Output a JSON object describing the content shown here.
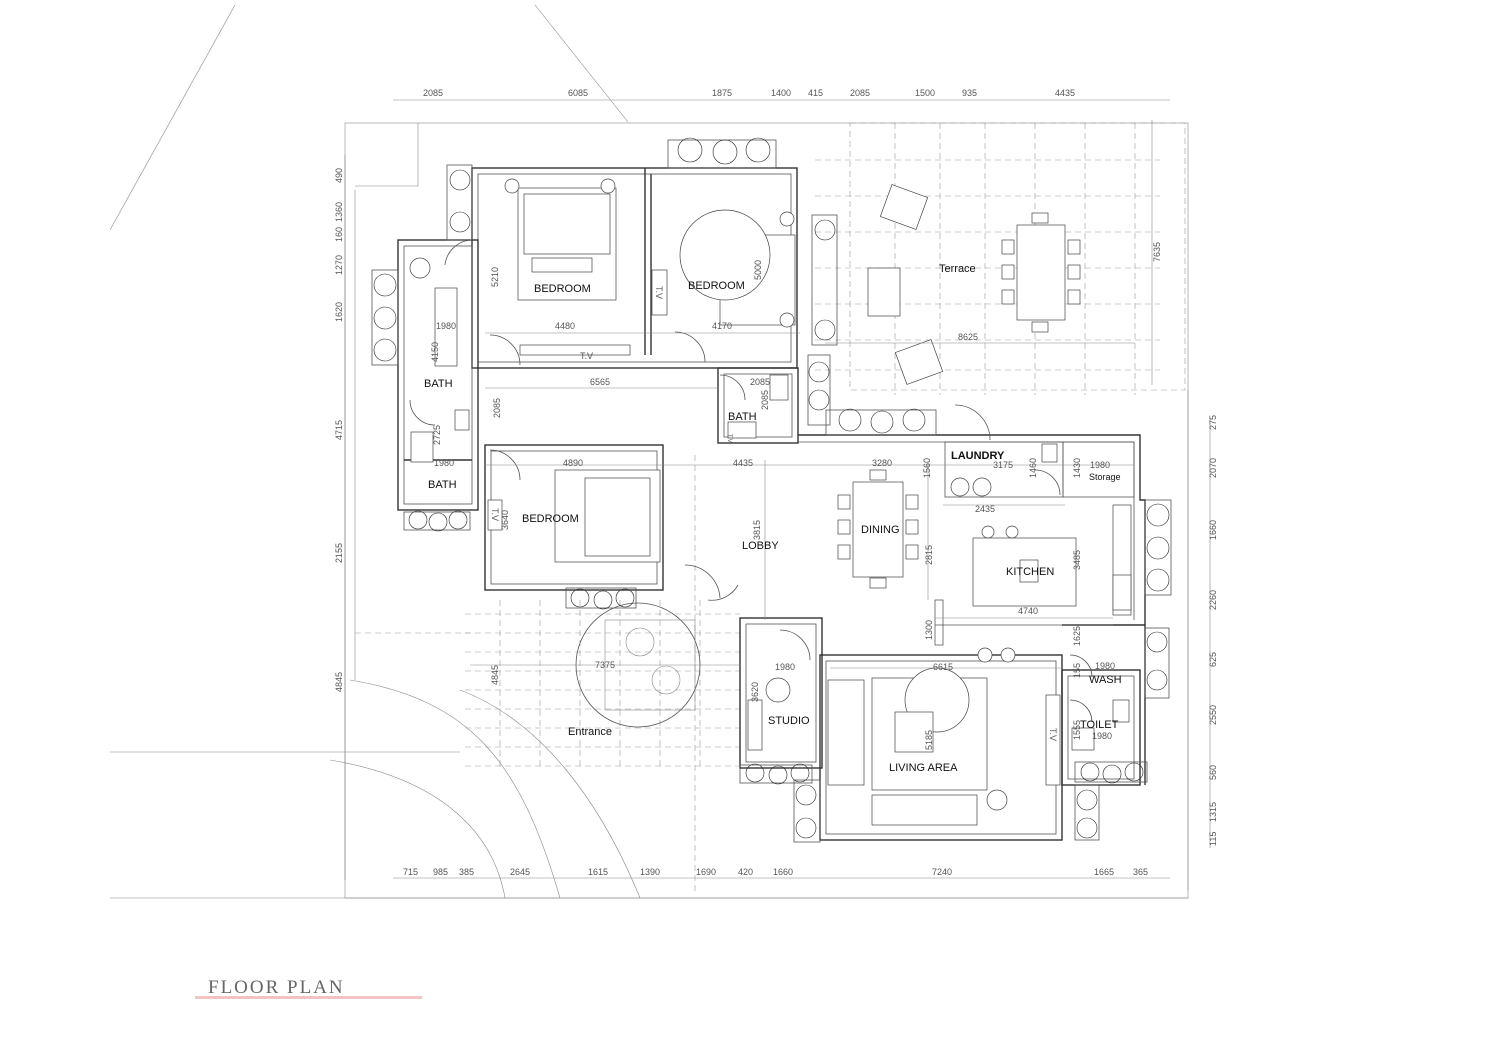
{
  "title": "FLOOR PLAN",
  "accent_color": "#f2c4c4",
  "rooms": {
    "bedroom_1": "BEDROOM",
    "bedroom_2": "BEDROOM",
    "bedroom_3": "BEDROOM",
    "bath_1": "BATH",
    "bath_2": "BATH",
    "bath_3": "BATH",
    "laundry": "LAUNDRY",
    "storage": "Storage",
    "terrace": "Terrace",
    "dining": "DINING",
    "lobby": "LOBBY",
    "kitchen": "KITCHEN",
    "entrance": "Entrance",
    "studio": "STUDIO",
    "living": "LIVING AREA",
    "wash": "WASH",
    "toilet": "TOILET",
    "tv_1": "T.V",
    "tv_2": "T.V",
    "tv_3": "T.V",
    "tv_4": "T.V",
    "tv_5": "T.V"
  },
  "dims_top": [
    "2085",
    "6085",
    "1875",
    "1400",
    "415",
    "2085",
    "1500",
    "935",
    "4435"
  ],
  "dims_bottom": [
    "715",
    "985",
    "385",
    "2645",
    "1615",
    "1390",
    "1690",
    "420",
    "1660",
    "7240",
    "1665",
    "365"
  ],
  "dims_left": [
    "490",
    "1360",
    "160",
    "1270",
    "1620",
    "4715",
    "2155",
    "4845"
  ],
  "dims_right": [
    "7635",
    "275",
    "2070",
    "1660",
    "2260",
    "625",
    "2550",
    "560",
    "1315",
    "115"
  ],
  "dims_inner": {
    "d5210": "5210",
    "d4480": "4480",
    "d5000": "5000",
    "d4170": "4170",
    "d1980a": "1980",
    "d4150": "4150",
    "d6565": "6565",
    "d2085a": "2085",
    "d2085b": "2085",
    "d2085c": "2085",
    "d2725": "2725",
    "d1980b": "1980",
    "d4890": "4890",
    "d4435": "4435",
    "d3280": "3280",
    "d3640": "3640",
    "d3815": "3815",
    "d8625": "8625",
    "d3175": "3175",
    "d1980c": "1980",
    "d2435": "2435",
    "d2815": "2815",
    "d3485": "3485",
    "d4740": "4740",
    "d1300": "1300",
    "d6615": "6615",
    "d1980d": "1980",
    "d3620": "3620",
    "d7375": "7375",
    "d4845": "4845",
    "d5185": "5185",
    "d1980e": "1980",
    "d1980f": "1980",
    "d1625": "1625",
    "d1560": "1560",
    "d1460": "1460",
    "d1430": "1430",
    "d155": "155",
    "d1555": "1555"
  }
}
